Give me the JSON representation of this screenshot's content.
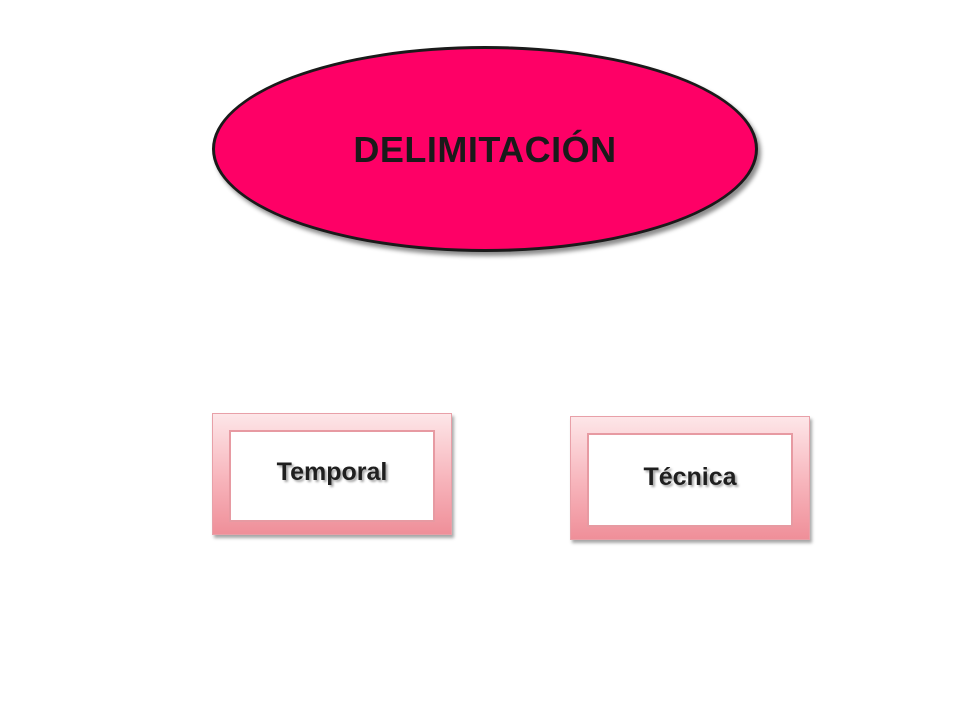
{
  "diagram": {
    "main_node": {
      "label": "DELIMITACIÓN",
      "fill_color": "#fe0066"
    },
    "child_nodes": [
      {
        "label": "Temporal"
      },
      {
        "label": "Técnica"
      }
    ],
    "colors": {
      "box_gradient_top": "#fde6e8",
      "box_gradient_bottom": "#ef8f99",
      "box_inner_border": "#e79aa2"
    }
  }
}
